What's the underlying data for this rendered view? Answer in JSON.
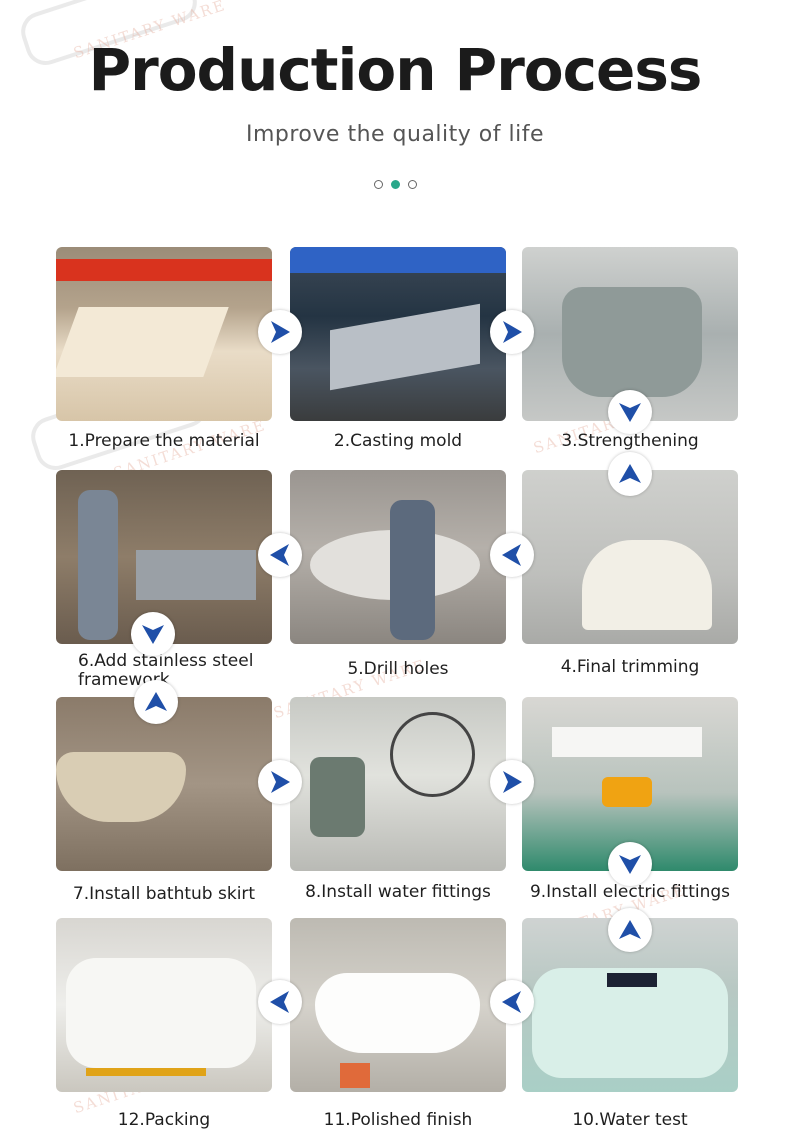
{
  "header": {
    "title": "Production Process",
    "subtitle": "Improve the quality of life"
  },
  "watermark": {
    "brand": "SANITARY WARE"
  },
  "colors": {
    "arrow": "#1f4fa8",
    "dot_active": "#2aa88b"
  },
  "steps": [
    {
      "label": "1.Prepare the material"
    },
    {
      "label": "2.Casting mold"
    },
    {
      "label": "3.Strengthening"
    },
    {
      "label": "4.Final trimming"
    },
    {
      "label": "5.Drill holes"
    },
    {
      "label": "6.Add stainless steel framework"
    },
    {
      "label": "7.Install bathtub skirt"
    },
    {
      "label": "8.Install water fittings"
    },
    {
      "label": "9.Install electric fittings"
    },
    {
      "label": "10.Water test"
    },
    {
      "label": "11.Polished finish"
    },
    {
      "label": "12.Packing"
    }
  ]
}
